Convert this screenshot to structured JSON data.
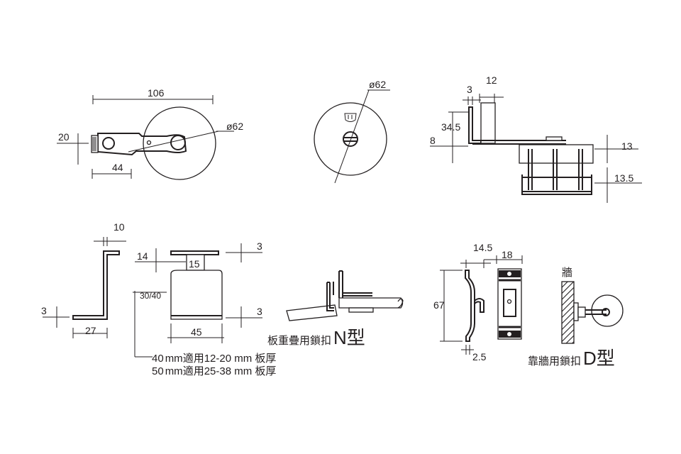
{
  "top_left": {
    "dim_length": "106",
    "dim_diameter": "ø62",
    "dim_height": "20",
    "dim_hole": "44"
  },
  "top_middle": {
    "dim_diameter": "ø62"
  },
  "top_right": {
    "dim_12": "12",
    "dim_3": "3",
    "dim_34_5": "34.5",
    "dim_8": "8",
    "dim_13": "13",
    "dim_13_5": "13.5"
  },
  "bracket": {
    "dim_10": "10",
    "dim_3": "3",
    "dim_27": "27"
  },
  "plate": {
    "dim_14": "14",
    "dim_15": "15",
    "dim_3_top": "3",
    "dim_30_40": "30/40",
    "dim_3_bottom": "3",
    "dim_45": "45"
  },
  "notes": [
    {
      "size": "40",
      "unit": "mm",
      "text": "適用12-20 mm 板厚"
    },
    {
      "size": "50",
      "unit": "mm",
      "text": "適用25-38 mm 板厚"
    }
  ],
  "n_type": {
    "caption": "板重疊用鎖扣",
    "letter": "N",
    "suffix": "型"
  },
  "d_type": {
    "dim_14_5": "14.5",
    "dim_18": "18",
    "dim_67": "67",
    "dim_2_5": "2.5",
    "wall_label": "牆",
    "caption": "靠牆用鎖扣",
    "letter": "D",
    "suffix": "型"
  }
}
